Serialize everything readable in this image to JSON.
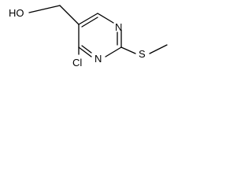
{
  "structure": {
    "atoms": {
      "hydroxyl": "HO",
      "chlorine": "Cl",
      "sulfur": "S",
      "nitrogen_1": "N",
      "nitrogen_3": "N"
    }
  }
}
